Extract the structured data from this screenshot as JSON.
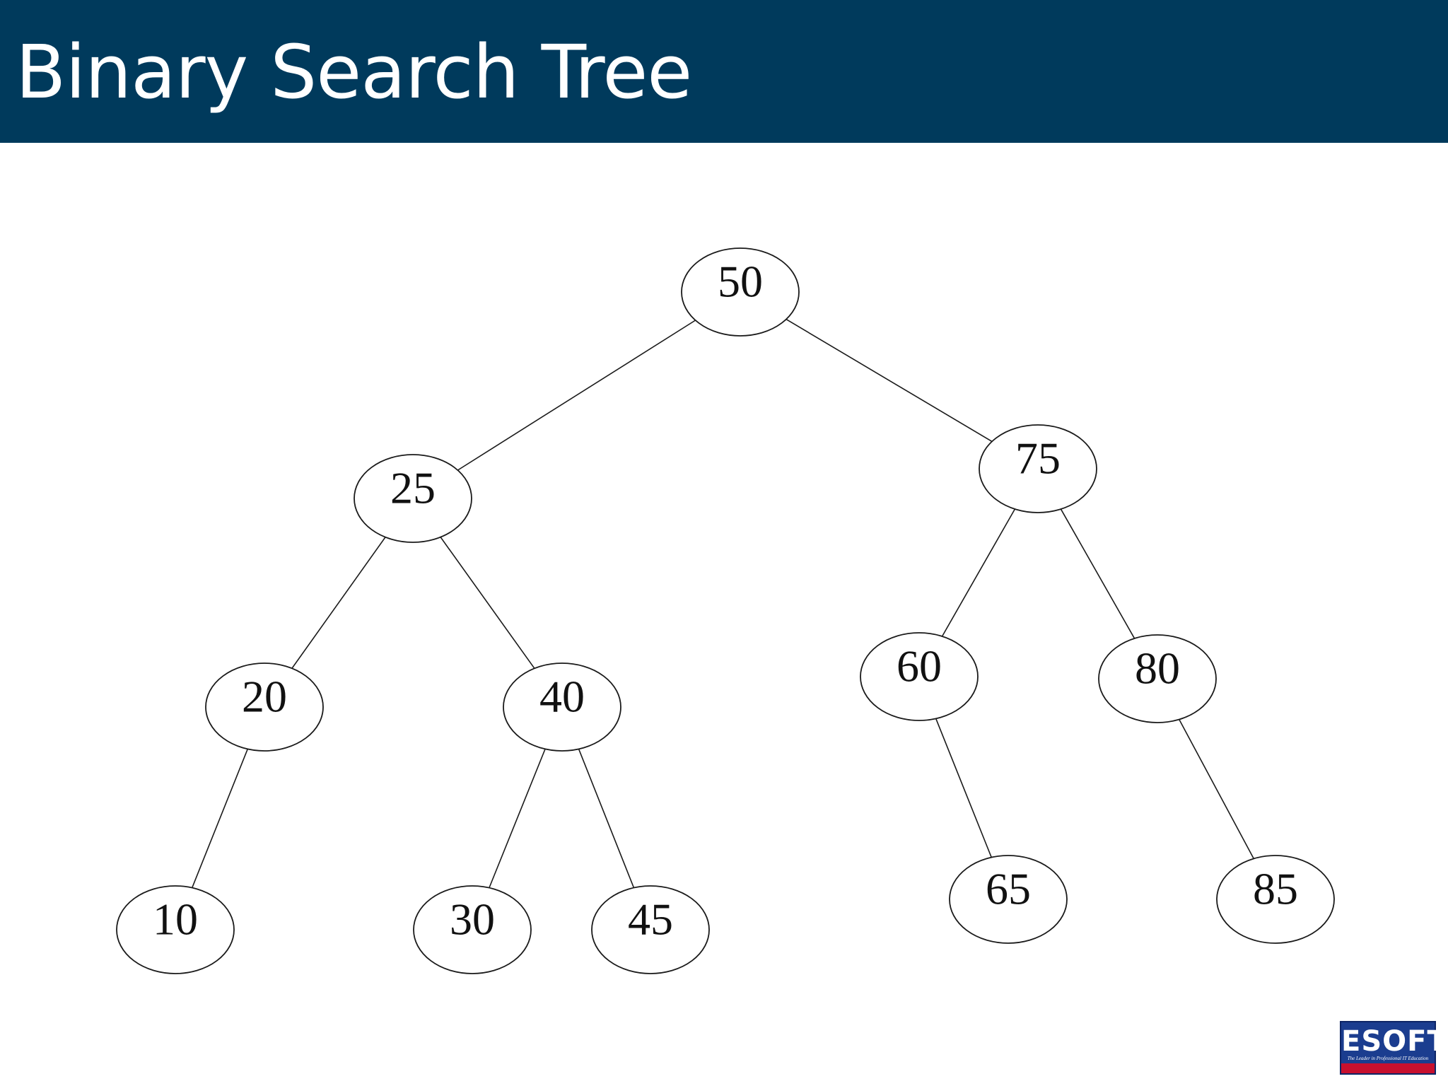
{
  "slide": {
    "title": "Binary Search Tree"
  },
  "colors": {
    "header_background": "#003a5c",
    "header_text": "#ffffff",
    "node_stroke": "#1a1a1a",
    "logo_blue": "#1b3d8f",
    "logo_red": "#c8102e"
  },
  "tree": {
    "root": "50",
    "nodes": [
      {
        "id": "50",
        "label": "50"
      },
      {
        "id": "25",
        "label": "25"
      },
      {
        "id": "75",
        "label": "75"
      },
      {
        "id": "20",
        "label": "20"
      },
      {
        "id": "40",
        "label": "40"
      },
      {
        "id": "60",
        "label": "60"
      },
      {
        "id": "80",
        "label": "80"
      },
      {
        "id": "10",
        "label": "10"
      },
      {
        "id": "30",
        "label": "30"
      },
      {
        "id": "45",
        "label": "45"
      },
      {
        "id": "65",
        "label": "65"
      },
      {
        "id": "85",
        "label": "85"
      }
    ],
    "edges": [
      {
        "from": "50",
        "to": "25"
      },
      {
        "from": "50",
        "to": "75"
      },
      {
        "from": "25",
        "to": "20"
      },
      {
        "from": "25",
        "to": "40"
      },
      {
        "from": "75",
        "to": "60"
      },
      {
        "from": "75",
        "to": "80"
      },
      {
        "from": "20",
        "to": "10"
      },
      {
        "from": "40",
        "to": "30"
      },
      {
        "from": "40",
        "to": "45"
      },
      {
        "from": "60",
        "to": "65"
      },
      {
        "from": "80",
        "to": "85"
      }
    ]
  },
  "logo": {
    "name": "ESOFT",
    "tagline": "The Leader in Professional IT Education"
  }
}
